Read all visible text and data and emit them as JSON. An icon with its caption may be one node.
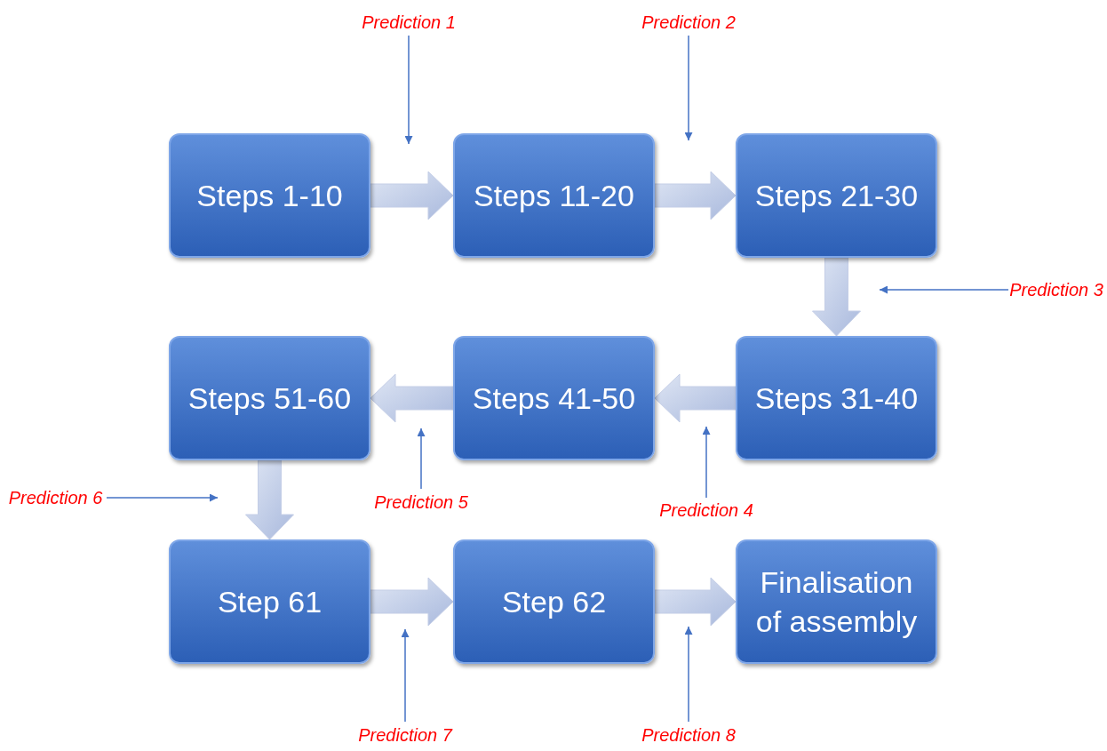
{
  "diagram": {
    "nodes": [
      {
        "text": [
          "Steps 1-10"
        ]
      },
      {
        "text": [
          "Steps 11-20"
        ]
      },
      {
        "text": [
          "Steps 21-30"
        ]
      },
      {
        "text": [
          "Steps 51-60"
        ]
      },
      {
        "text": [
          "Steps 41-50"
        ]
      },
      {
        "text": [
          "Steps 31-40"
        ]
      },
      {
        "text": [
          "Step 61"
        ]
      },
      {
        "text": [
          "Step 62"
        ]
      },
      {
        "text": [
          "Finalisation of assembly"
        ]
      },
      {
        "text": [
          "Prediction 1"
        ]
      },
      {
        "text": [
          "Prediction 2"
        ]
      },
      {
        "text": [
          "Prediction 3"
        ]
      },
      {
        "text": [
          "Prediction 4"
        ]
      },
      {
        "text": [
          "Prediction 5"
        ]
      },
      {
        "text": [
          "Prediction 6"
        ]
      },
      {
        "text": [
          "Prediction 7"
        ]
      },
      {
        "text": [
          "Prediction 8"
        ]
      }
    ],
    "edges": [
      {
        "from": 0,
        "to": 1,
        "arrow": "to",
        "style": "thick"
      },
      {
        "from": 1,
        "to": 2,
        "arrow": "to",
        "style": "thick"
      },
      {
        "from": 2,
        "to": 5,
        "arrow": "to",
        "style": "thick"
      },
      {
        "from": 5,
        "to": 4,
        "arrow": "to",
        "style": "thick"
      },
      {
        "from": 4,
        "to": 3,
        "arrow": "to",
        "style": "thick"
      },
      {
        "from": 3,
        "to": 6,
        "arrow": "to",
        "style": "thick"
      },
      {
        "from": 6,
        "to": 7,
        "arrow": "to",
        "style": "thick"
      },
      {
        "from": 7,
        "to": 8,
        "arrow": "to",
        "style": "thick"
      },
      {
        "from": 9,
        "to": null,
        "arrow": "to"
      },
      {
        "from": 10,
        "to": null,
        "arrow": "to"
      },
      {
        "from": 11,
        "to": null,
        "arrow": "to"
      },
      {
        "from": 12,
        "to": null,
        "arrow": "to"
      },
      {
        "from": 13,
        "to": null,
        "arrow": "to"
      },
      {
        "from": 14,
        "to": null,
        "arrow": "to"
      },
      {
        "from": 15,
        "to": null,
        "arrow": "to"
      },
      {
        "from": 16,
        "to": null,
        "arrow": "to"
      }
    ]
  }
}
